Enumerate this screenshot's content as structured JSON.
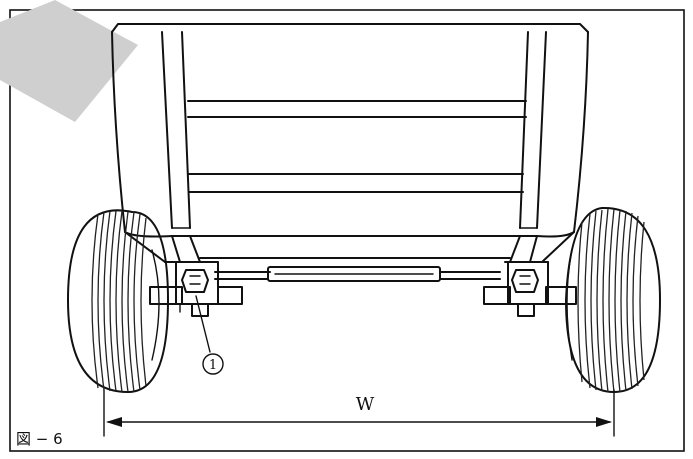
{
  "figure": {
    "caption": "図 − 6",
    "callout_number": "1",
    "dimension_label": "W"
  }
}
